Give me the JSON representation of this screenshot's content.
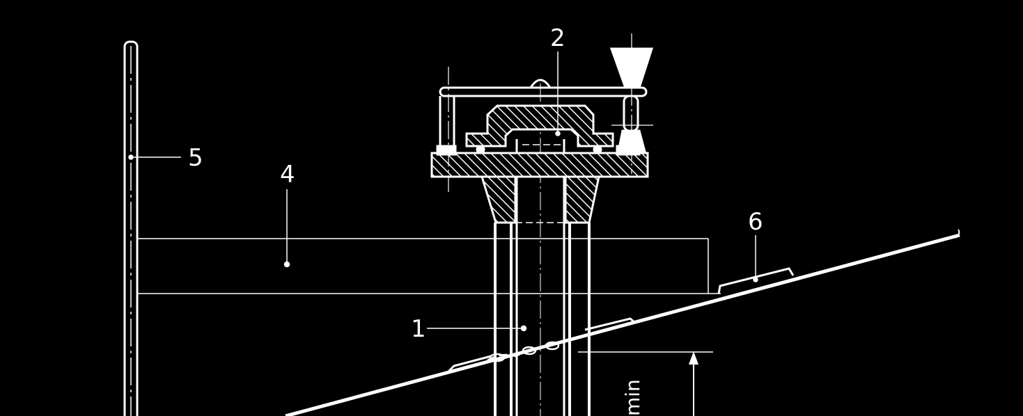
{
  "colors": {
    "background": "#000000",
    "ink": "#ffffff"
  },
  "labels": {
    "l1": "1",
    "l2": "2",
    "l4": "4",
    "l5": "5",
    "l6": "6",
    "dim": "min"
  }
}
